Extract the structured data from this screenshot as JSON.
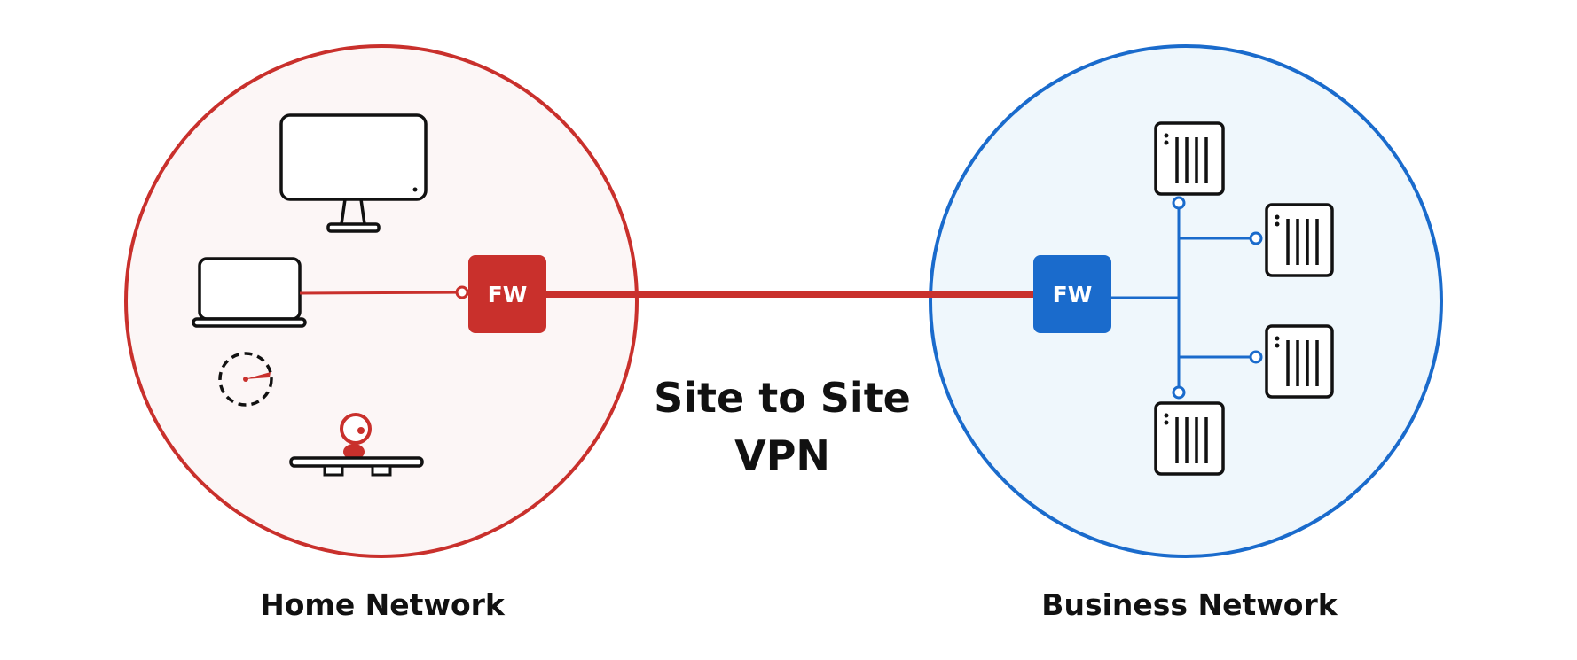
{
  "home": {
    "label": "Home Network",
    "firewall_label": "FW",
    "devices": [
      "monitor-icon",
      "laptop-icon",
      "smart-meter-icon",
      "webcam-icon"
    ]
  },
  "business": {
    "label": "Business Network",
    "firewall_label": "FW",
    "devices": [
      "server-icon",
      "server-icon",
      "server-icon",
      "server-icon"
    ]
  },
  "vpn": {
    "title_line1": "Site to Site",
    "title_line2": "VPN"
  },
  "colors": {
    "home_accent": "#c9302c",
    "home_fill": "#fcf6f6",
    "business_accent": "#1a6bcc",
    "business_fill": "#eff7fc",
    "icon_stroke": "#111111"
  }
}
